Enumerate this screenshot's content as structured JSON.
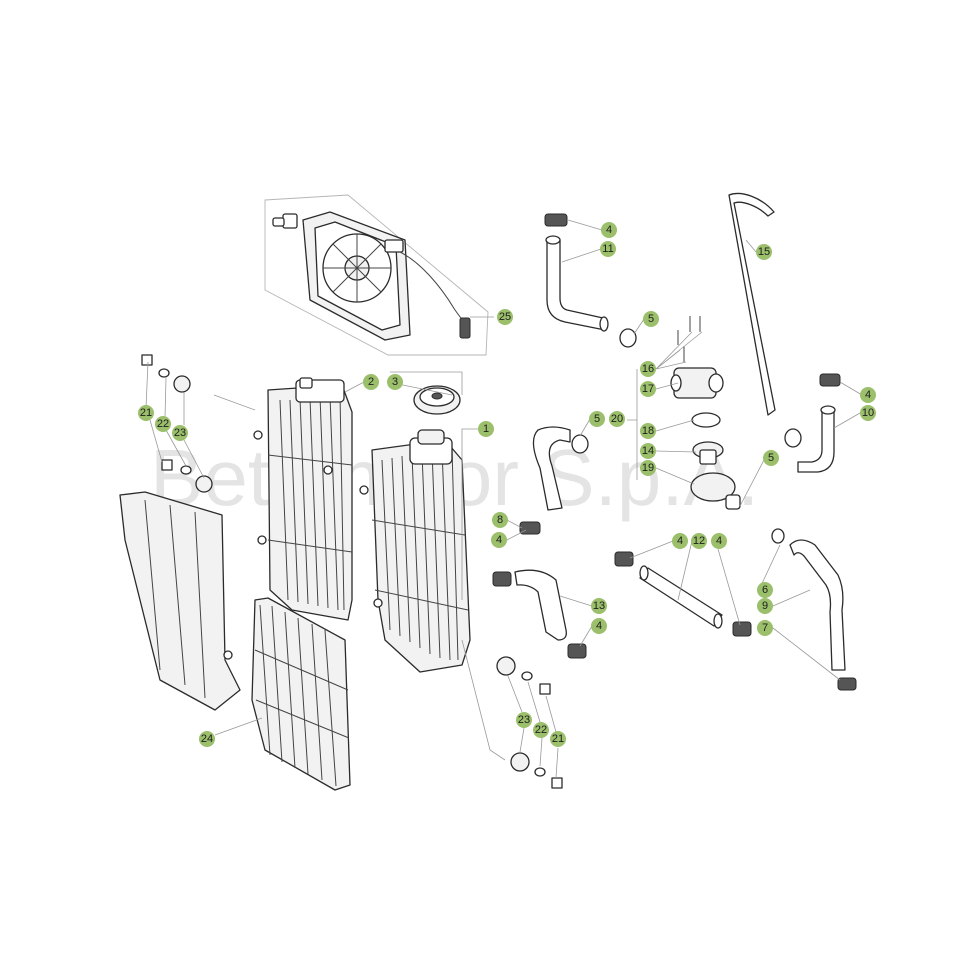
{
  "diagram": {
    "watermark": "Betamotor S.p.A.",
    "colors": {
      "callout_fill": "#9bbf6b",
      "line": "#2b2b2b",
      "leader": "#9a9a9a"
    },
    "callouts": [
      {
        "id": "c1",
        "label": "1"
      },
      {
        "id": "c2",
        "label": "2"
      },
      {
        "id": "c3",
        "label": "3"
      },
      {
        "id": "c4a",
        "label": "4"
      },
      {
        "id": "c4b",
        "label": "4"
      },
      {
        "id": "c4c",
        "label": "4"
      },
      {
        "id": "c4d",
        "label": "4"
      },
      {
        "id": "c4e",
        "label": "4"
      },
      {
        "id": "c4f",
        "label": "4"
      },
      {
        "id": "c5a",
        "label": "5"
      },
      {
        "id": "c5b",
        "label": "5"
      },
      {
        "id": "c5c",
        "label": "5"
      },
      {
        "id": "c6",
        "label": "6"
      },
      {
        "id": "c7",
        "label": "7"
      },
      {
        "id": "c8",
        "label": "8"
      },
      {
        "id": "c9",
        "label": "9"
      },
      {
        "id": "c10",
        "label": "10"
      },
      {
        "id": "c11",
        "label": "11"
      },
      {
        "id": "c12",
        "label": "12"
      },
      {
        "id": "c13",
        "label": "13"
      },
      {
        "id": "c14",
        "label": "14"
      },
      {
        "id": "c15",
        "label": "15"
      },
      {
        "id": "c16",
        "label": "16"
      },
      {
        "id": "c17",
        "label": "17"
      },
      {
        "id": "c18",
        "label": "18"
      },
      {
        "id": "c19",
        "label": "19"
      },
      {
        "id": "c20",
        "label": "20"
      },
      {
        "id": "c21a",
        "label": "21"
      },
      {
        "id": "c21b",
        "label": "21"
      },
      {
        "id": "c22a",
        "label": "22"
      },
      {
        "id": "c22b",
        "label": "22"
      },
      {
        "id": "c23a",
        "label": "23"
      },
      {
        "id": "c23b",
        "label": "23"
      },
      {
        "id": "c24",
        "label": "24"
      },
      {
        "id": "c25",
        "label": "25"
      }
    ]
  }
}
